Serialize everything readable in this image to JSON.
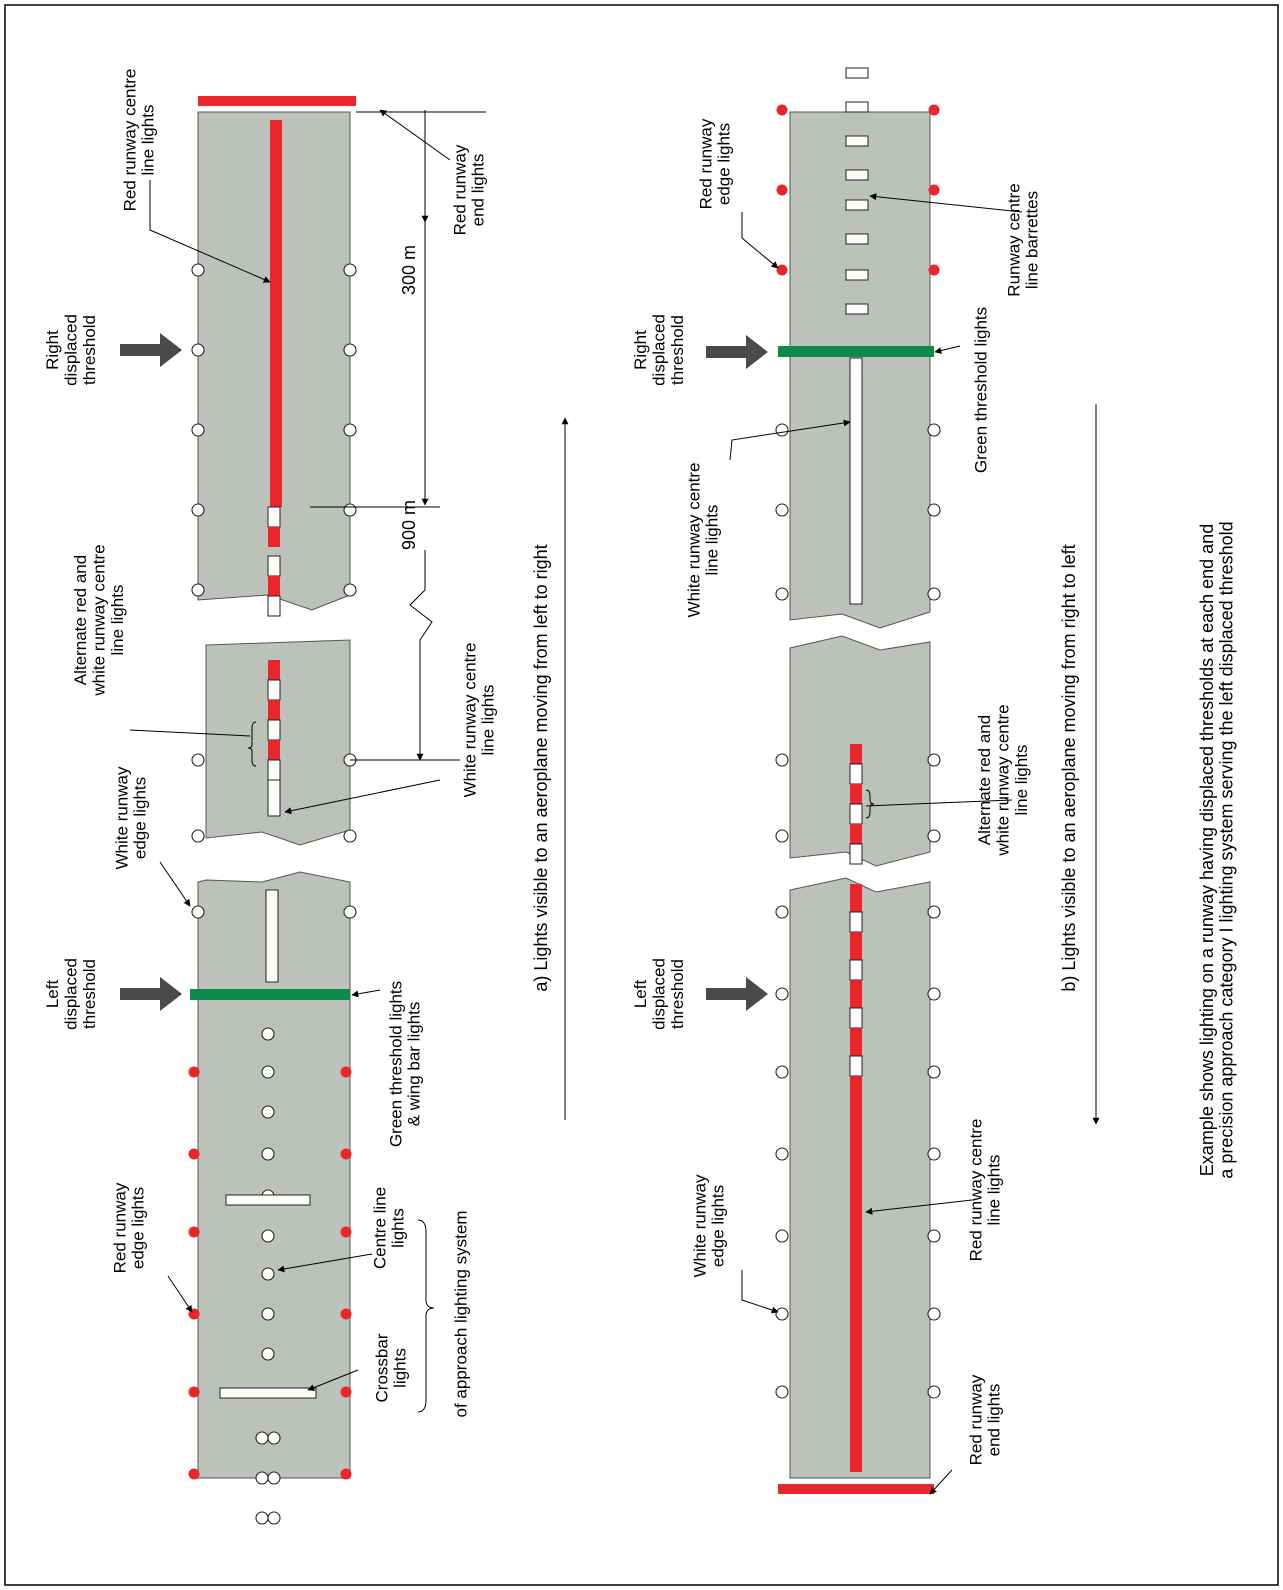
{
  "colors": {
    "runway": "#bcc1b9",
    "runway_stroke": "#555555",
    "red": "#e8262c",
    "green": "#0b8a4a",
    "arrow": "#4a4a4a",
    "frame": "#000000"
  },
  "panel_a": {
    "labels": {
      "red_centre_line": [
        "Red runway centre",
        "line lights"
      ],
      "red_end": [
        "Red runway",
        "end lights"
      ],
      "right_threshold": [
        "Right",
        "displaced",
        "threshold"
      ],
      "dist_300": "300 m",
      "dist_900": "900 m",
      "alt_centre": [
        "Alternate red and",
        "white runway centre",
        "line lights"
      ],
      "white_centre": [
        "White runway centre",
        "line lights"
      ],
      "white_edge": [
        "White runway",
        "edge lights"
      ],
      "left_threshold": [
        "Left",
        "displaced",
        "threshold"
      ],
      "green_threshold": [
        "Green threshold lights",
        "& wing bar lights"
      ],
      "red_edge": [
        "Red runway",
        "edge lights"
      ],
      "centre_line": [
        "Centre line",
        "lights"
      ],
      "crossbar": [
        "Crossbar",
        "lights"
      ],
      "approach": "of approach lighting system",
      "caption": "a) Lights visible to an aeroplane moving from left to right"
    }
  },
  "panel_b": {
    "labels": {
      "red_edge": [
        "Red runway",
        "edge lights"
      ],
      "barrettes": [
        "Runway centre",
        "line barrettes"
      ],
      "right_threshold": [
        "Right",
        "displaced",
        "threshold"
      ],
      "green_threshold": "Green threshold lights",
      "white_centre": [
        "White runway centre",
        "line lights"
      ],
      "alt_centre": [
        "Alternate red and",
        "white runway centre",
        "line lights"
      ],
      "left_threshold": [
        "Left",
        "displaced",
        "threshold"
      ],
      "white_edge": [
        "White runway",
        "edge lights"
      ],
      "red_centre_line": [
        "Red runway centre",
        "line lights"
      ],
      "red_end": [
        "Red runway",
        "end lights"
      ],
      "caption": "b) Lights visible to an aeroplane moving from right to left"
    }
  },
  "footer": [
    "Example shows lighting on a runway having displaced thresholds at each end and",
    "a precision approach category I lighting system serving the left displaced threshold"
  ]
}
